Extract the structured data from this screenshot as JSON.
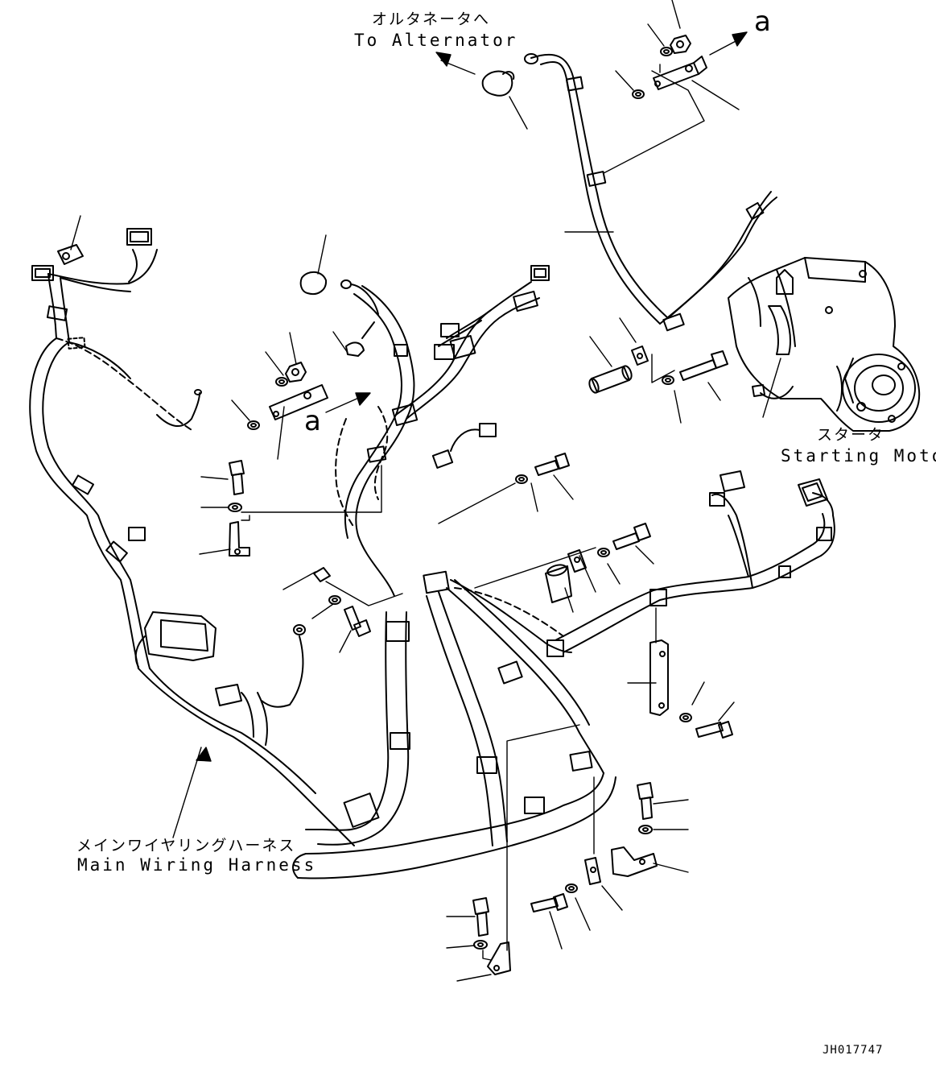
{
  "labels": {
    "alternator_jp": "オルタネータへ",
    "alternator_en": "To Alternator",
    "starter_jp": "スタータ",
    "starter_en": "Starting Motor",
    "harness_jp": "メインワイヤリングハーネス",
    "harness_en": "Main Wiring Harness",
    "ref_a_top": "a",
    "ref_a_mid": "a"
  },
  "drawing_code": "JH017747",
  "colors": {
    "ink": "#000000",
    "paper": "#ffffff"
  }
}
